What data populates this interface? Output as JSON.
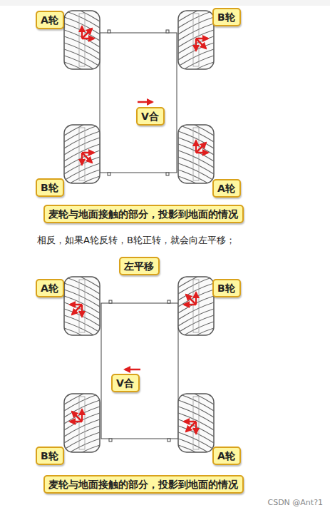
{
  "diagram": {
    "nodes": [
      {
        "text": [
          "A轮"
        ]
      },
      {
        "text": [
          "B轮"
        ]
      },
      {
        "text": [
          "V合"
        ]
      },
      {
        "text": [
          "B轮"
        ]
      },
      {
        "text": [
          "A轮"
        ]
      },
      {
        "text": [
          "麦轮与地面接触的部分，投影到地面的情况"
        ]
      },
      {
        "text": [
          "左平移"
        ]
      },
      {
        "text": [
          "A轮"
        ]
      },
      {
        "text": [
          "B轮"
        ]
      },
      {
        "text": [
          "V合"
        ]
      },
      {
        "text": [
          "B轮"
        ]
      },
      {
        "text": [
          "A轮"
        ]
      },
      {
        "text": [
          "麦轮与地面接触的部分，投影到地面的情况"
        ]
      }
    ],
    "labels": [
      "相反，如果A轮反转，B轮正转，就会向左平移；",
      "CSDN @Ant?1"
    ]
  }
}
